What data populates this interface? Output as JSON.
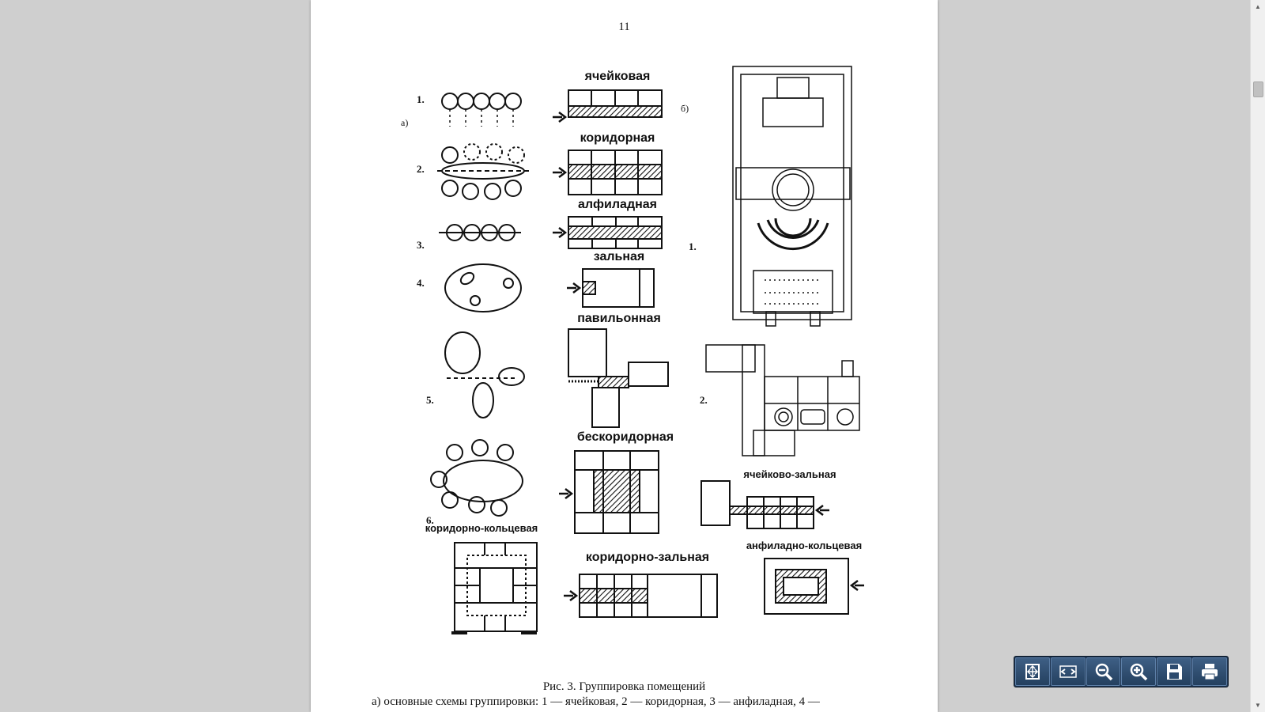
{
  "page": {
    "number": "11",
    "caption_title": "Рис. 3. Группировка помещений",
    "caption_line": "а) основные схемы группировки: 1 — ячейковая, 2 — коридорная, 3 — анфиладная, 4 —"
  },
  "figure": {
    "part_a": "а)",
    "part_b": "б)",
    "nums": [
      "1.",
      "2.",
      "3.",
      "4.",
      "5.",
      "6.",
      "1.",
      "2."
    ],
    "labels": {
      "cellular": "ячейковая",
      "corridor": "коридорная",
      "enfilade": "алфиладная",
      "hall": "зальная",
      "pavilion": "павильонная",
      "corridorless": "бескоридорная",
      "cell_hall": "ячейково-зальная",
      "corridor_ring": "коридорно-кольцевая",
      "corridor_hall": "коридорно-зальная",
      "enfilade_ring": "анфиладно-кольцевая"
    }
  },
  "toolbar": {
    "icons": [
      "fit-page-icon",
      "fit-width-icon",
      "zoom-out-icon",
      "zoom-in-icon",
      "save-icon",
      "print-icon"
    ]
  },
  "colors": {
    "toolbar_bg": "#1e3450",
    "viewer_bg": "#cfcfcf",
    "page_bg": "#ffffff"
  }
}
